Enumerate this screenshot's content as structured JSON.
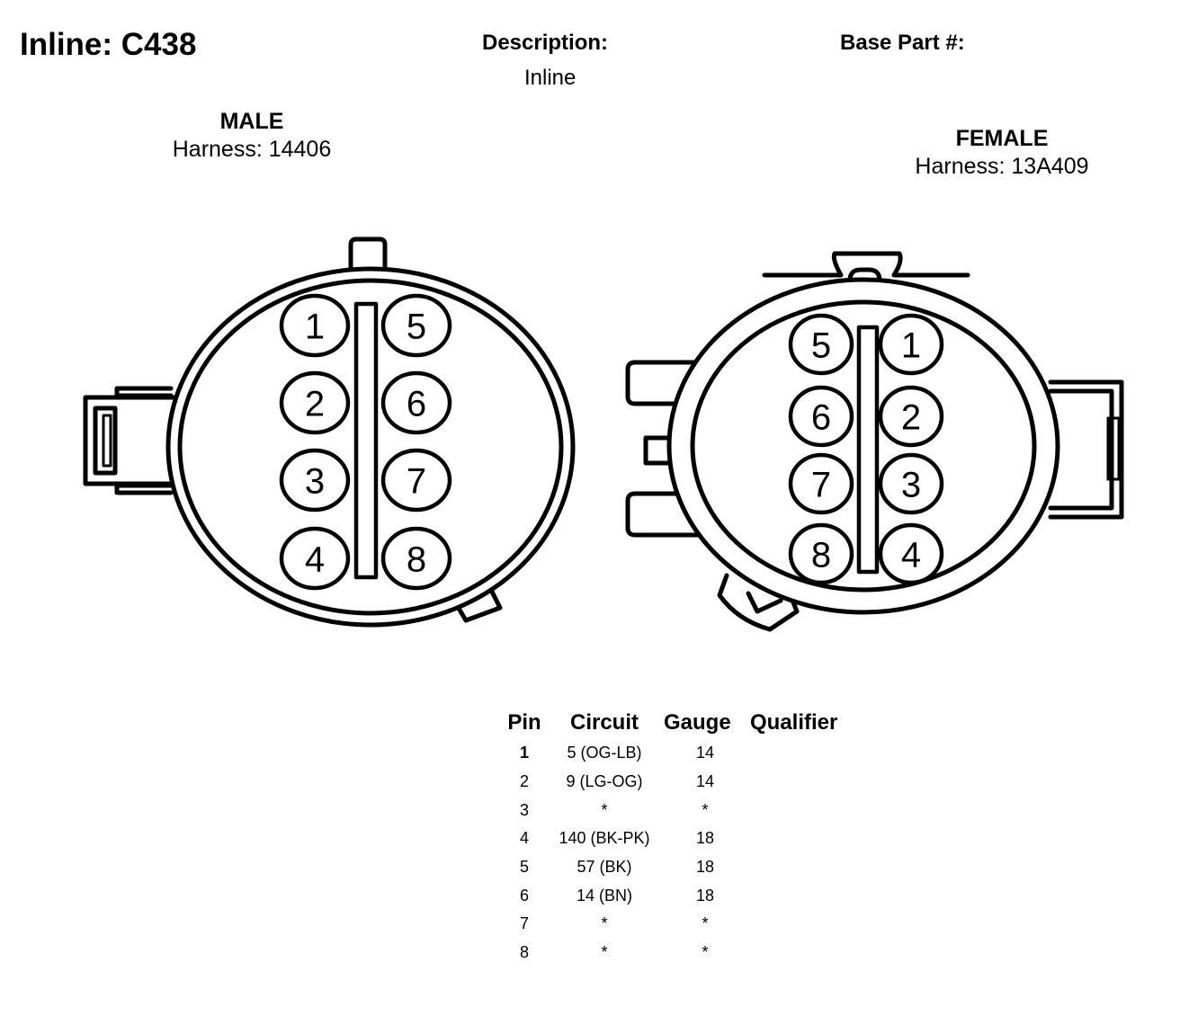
{
  "header": {
    "title": "Inline: C438",
    "description_label": "Description:",
    "description_value": "Inline",
    "base_part_label": "Base Part #:"
  },
  "male": {
    "label": "MALE",
    "harness": "Harness: 14406",
    "pins": [
      "1",
      "2",
      "3",
      "4",
      "5",
      "6",
      "7",
      "8"
    ]
  },
  "female": {
    "label": "FEMALE",
    "harness": "Harness: 13A409",
    "pins": [
      "1",
      "2",
      "3",
      "4",
      "5",
      "6",
      "7",
      "8"
    ]
  },
  "pin_table": {
    "headers": {
      "pin": "Pin",
      "circuit": "Circuit",
      "gauge": "Gauge",
      "qualifier": "Qualifier"
    },
    "rows": [
      {
        "pin": "1",
        "circuit": "5 (OG-LB)",
        "gauge": "14",
        "qualifier": ""
      },
      {
        "pin": "2",
        "circuit": "9 (LG-OG)",
        "gauge": "14",
        "qualifier": ""
      },
      {
        "pin": "3",
        "circuit": "*",
        "gauge": "*",
        "qualifier": ""
      },
      {
        "pin": "4",
        "circuit": "140 (BK-PK)",
        "gauge": "18",
        "qualifier": ""
      },
      {
        "pin": "5",
        "circuit": "57 (BK)",
        "gauge": "18",
        "qualifier": ""
      },
      {
        "pin": "6",
        "circuit": "14 (BN)",
        "gauge": "18",
        "qualifier": ""
      },
      {
        "pin": "7",
        "circuit": "*",
        "gauge": "*",
        "qualifier": ""
      },
      {
        "pin": "8",
        "circuit": "*",
        "gauge": "*",
        "qualifier": ""
      }
    ]
  }
}
